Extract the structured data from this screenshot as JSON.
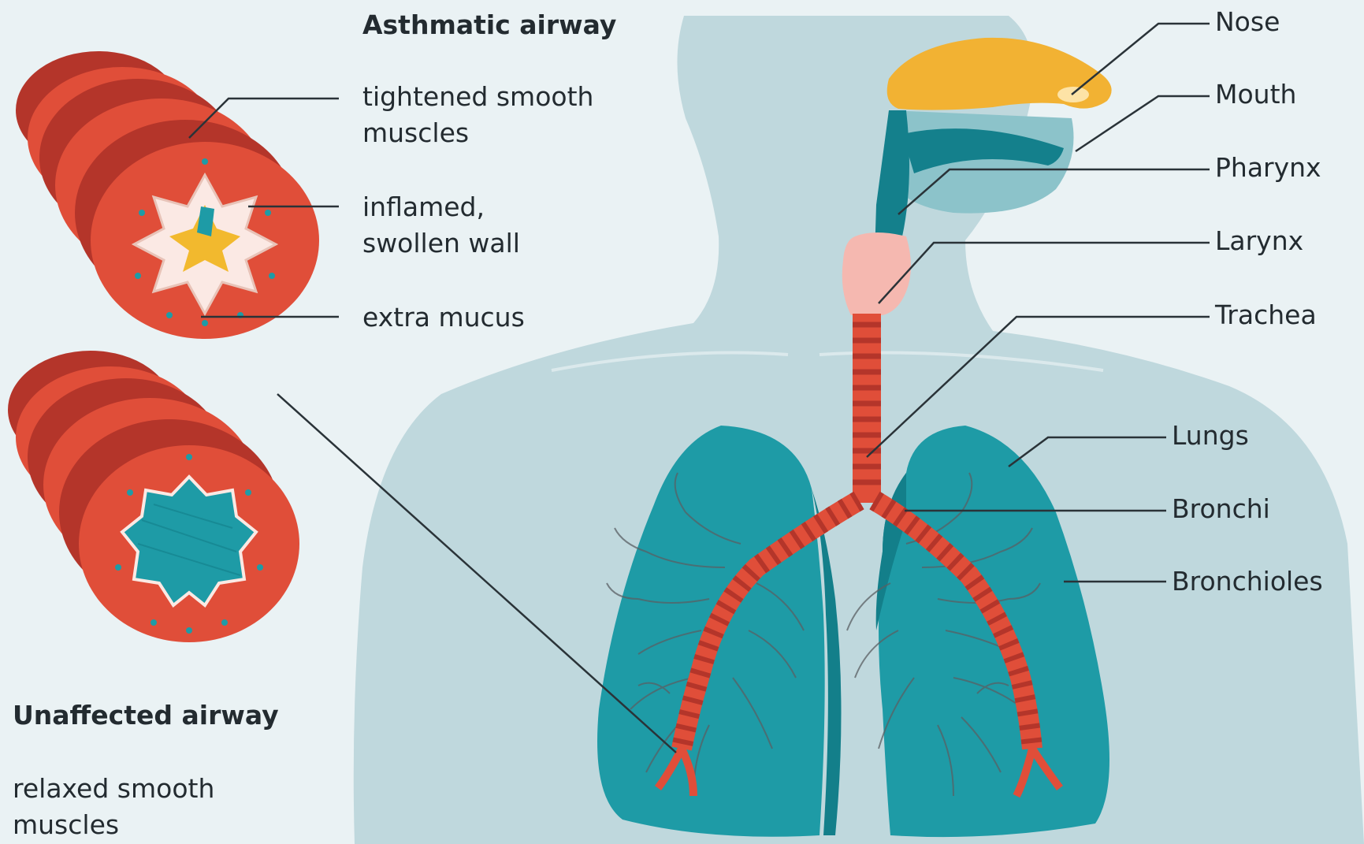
{
  "headings": {
    "asthmatic": "Asthmatic airway",
    "unaffected": "Unaffected airway"
  },
  "asthmatic_labels": {
    "tightened": [
      "tightened smooth",
      "muscles"
    ],
    "inflamed": [
      "inflamed,",
      "swollen wall"
    ],
    "mucus": [
      "extra mucus"
    ]
  },
  "unaffected_labels": {
    "relaxed": [
      "relaxed smooth",
      "muscles"
    ]
  },
  "anatomy_labels": {
    "nose": "Nose",
    "mouth": "Mouth",
    "pharynx": "Pharynx",
    "larynx": "Larynx",
    "trachea": "Trachea",
    "lungs": "Lungs",
    "bronchi": "Bronchi",
    "bronchioles": "Bronchioles"
  },
  "colors": {
    "background": "#eaf2f4",
    "body_silhouette": "#bfd8dd",
    "lungs": "#1e9ba6",
    "lung_edge": "#137f8a",
    "airway_red": "#e04e39",
    "airway_dark": "#b4352a",
    "nasal_yellow": "#f2b233",
    "larynx_pink": "#f5b8b0",
    "mucus_yellow": "#f2b92e",
    "leader_line": "#2a3338"
  }
}
